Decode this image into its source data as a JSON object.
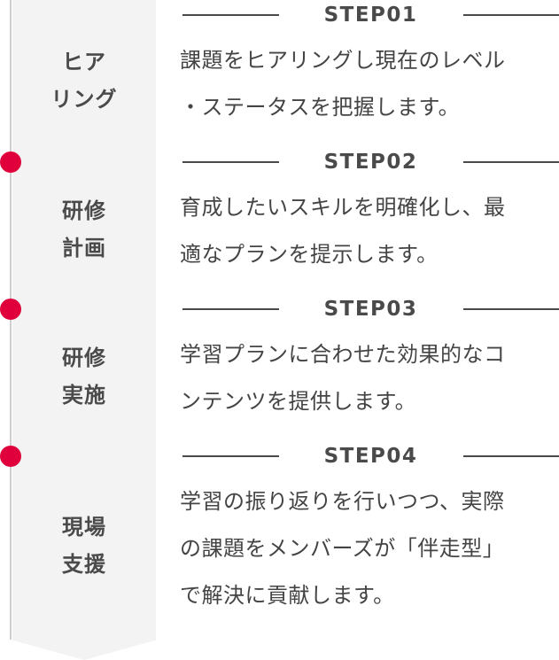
{
  "steps": [
    {
      "title": "STEP01",
      "phase_line1": "ヒア",
      "phase_line2": "リング",
      "description": "課題をヒアリングし現在のレベル\n・ステータスを把握します。"
    },
    {
      "title": "STEP02",
      "phase_line1": "研修",
      "phase_line2": "計画",
      "description": "育成したいスキルを明確化し、最\n適なプランを提示します。"
    },
    {
      "title": "STEP03",
      "phase_line1": "研修",
      "phase_line2": "実施",
      "description": "学習プランに合わせた効果的なコ\nンテンツを提供します。"
    },
    {
      "title": "STEP04",
      "phase_line1": "現場",
      "phase_line2": "支援",
      "description": "学習の振り返りを行いつつ、実際\nの課題をメンバーズが「伴走型」\nで解決に貢献します。"
    }
  ],
  "colors": {
    "accent": "#e0003c",
    "panel": "#f3f3f4",
    "text": "#444444",
    "timeline": "#cfcfcf"
  }
}
